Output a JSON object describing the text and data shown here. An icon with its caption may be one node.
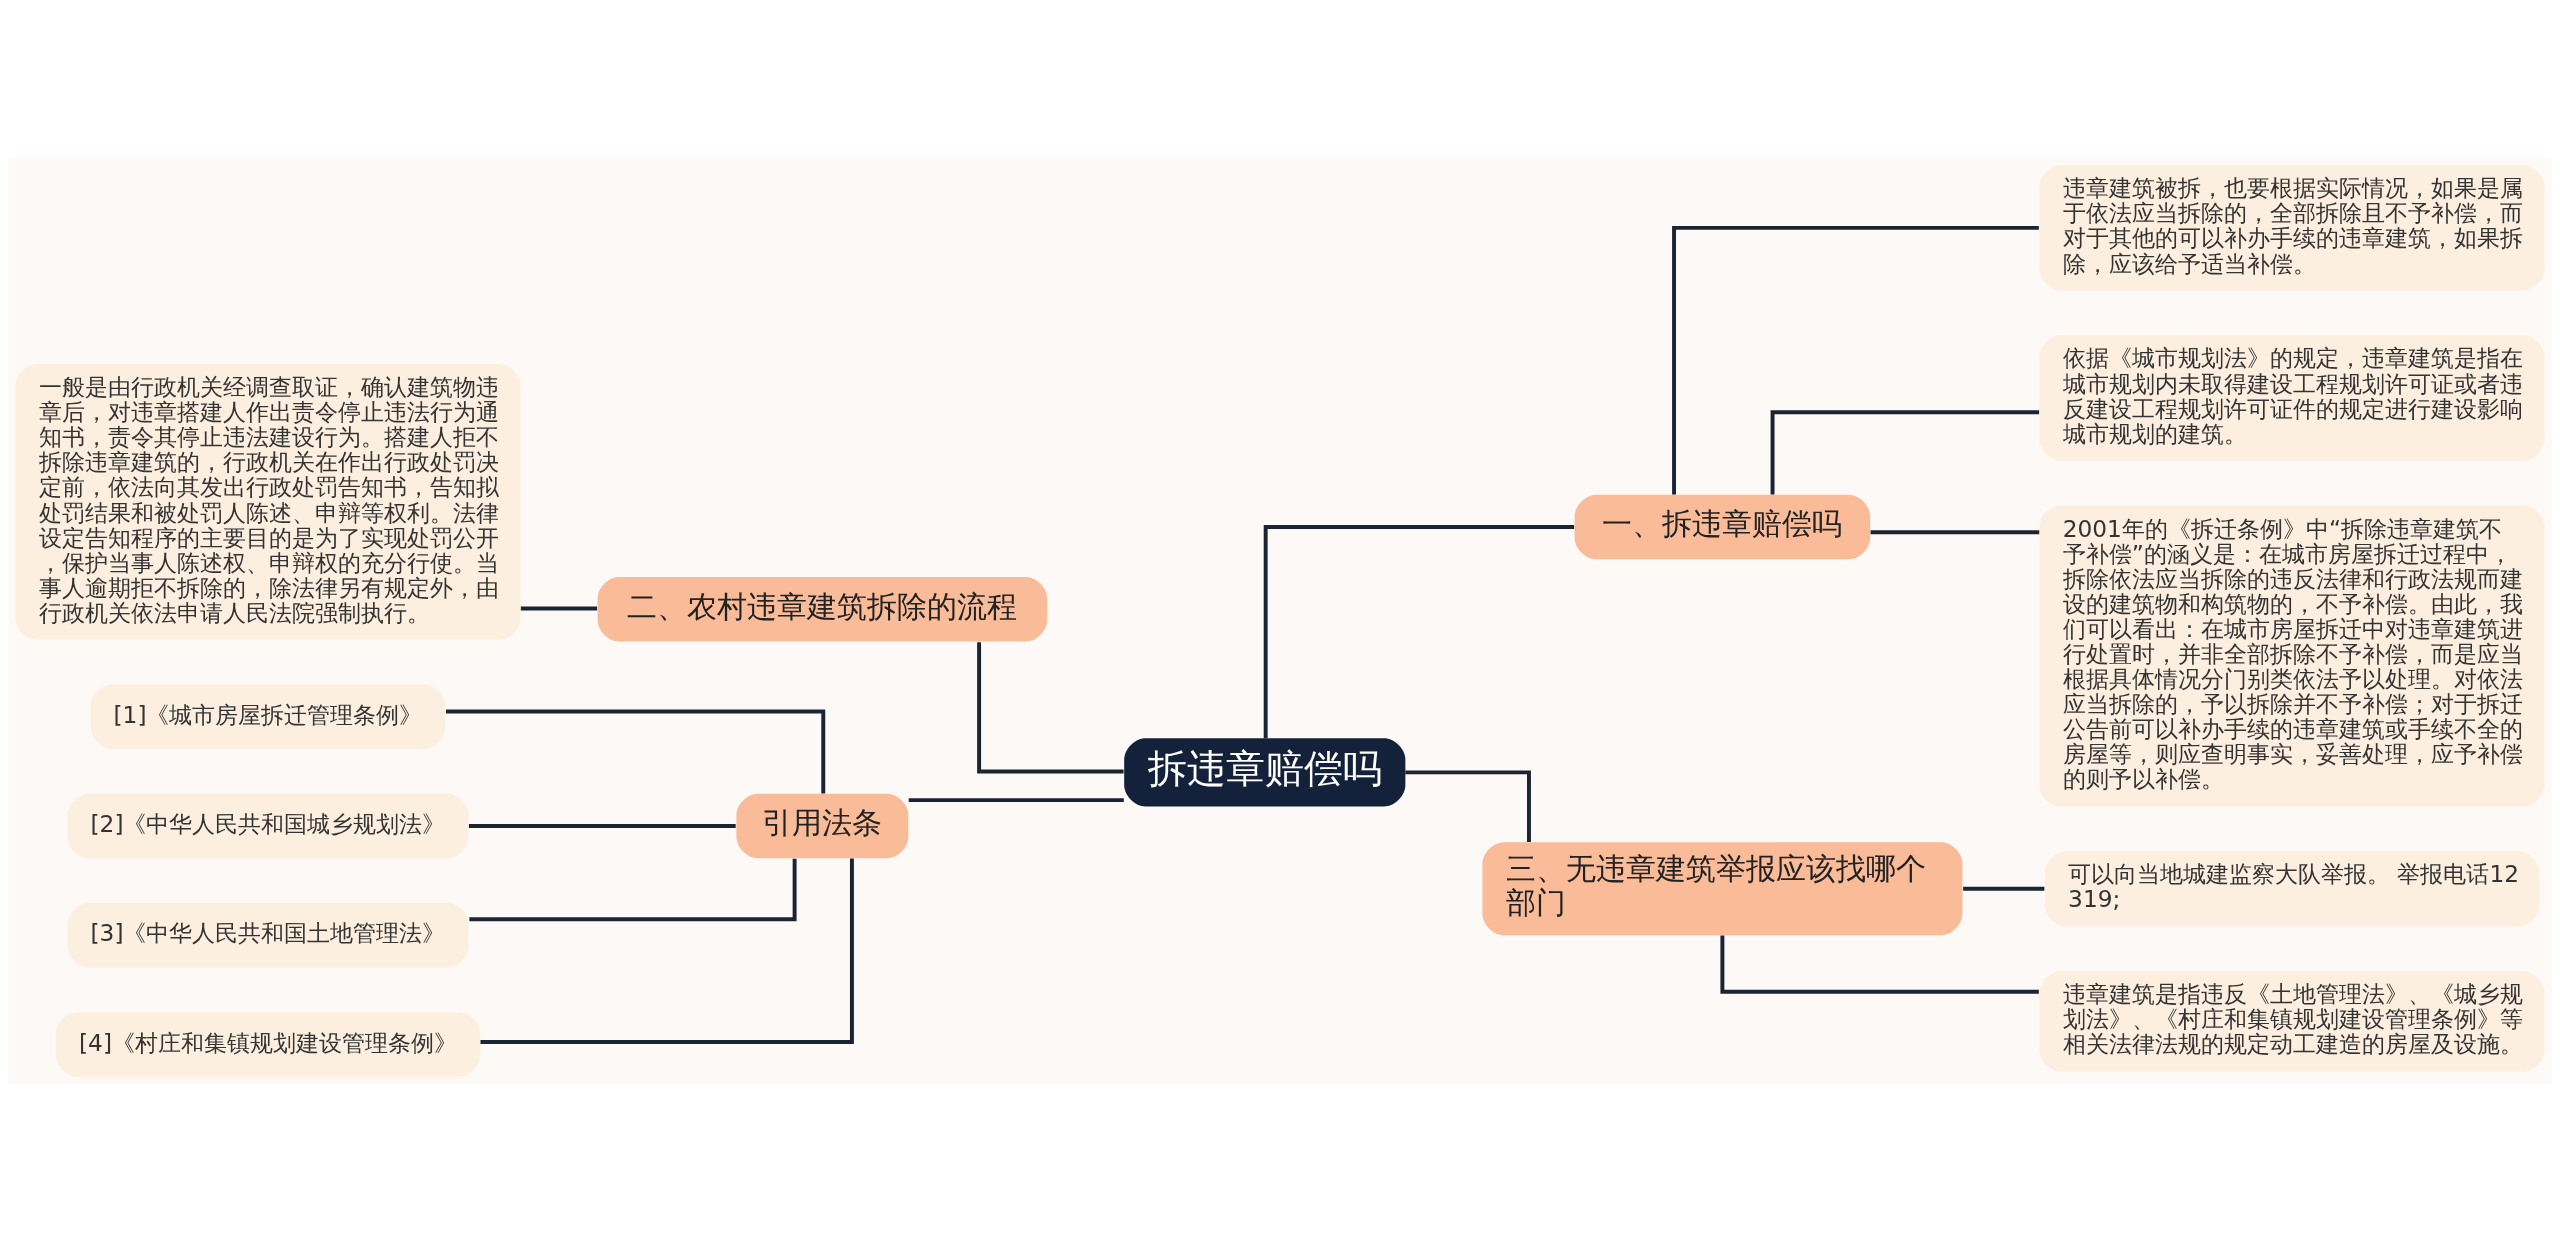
{
  "diagram": {
    "nodes": [
      {
        "text": [
          "拆违章赔偿吗"
        ]
      },
      {
        "text": [
          "一、拆违章赔偿吗"
        ]
      },
      {
        "text": [
          "违章建筑被拆，也要根据实际情况，如果是属于依法应当拆除的，全部拆除且不予补偿，而对于其他的可以补办手续的违章建筑，如果拆除，应该给予适当补偿。"
        ]
      },
      {
        "text": [
          "依据《城市规划法》的规定，违章建筑是指在城市规划内未取得建设工程规划许可证或者违反建设工程规划许可证件的规定进行建设影响城市规划的建筑。"
        ]
      },
      {
        "text": [
          "2001年的《拆迁条例》中“拆除违章建筑不予补偿”的涵义是：在城市房屋拆迁过程中，拆除依法应当拆除的违反法律和行政法规而建设的建筑物和构筑物的，不予补偿。由此，我们可以看出：在城市房屋拆迁中对违章建筑进行处置时，并非全部拆除不予补偿，而是应当根据具体情况分门别类依法予以处理。对依法应当拆除的，予以拆除并不予补偿；对于拆迁公告前可以补办手续的违章建筑或手续不全的房屋等，则应查明事实，妥善处理，应予补偿的则予以补偿。"
        ]
      },
      {
        "text": [
          "三、无违章建筑举报应该找哪个部门"
        ]
      },
      {
        "text": [
          "可以向当地城建监察大队举报。 举报电话12319;"
        ]
      },
      {
        "text": [
          "违章建筑是指违反《土地管理法》、《城乡规划法》、《村庄和集镇规划建设管理条例》等相关法律法规的规定动工建造的房屋及设施。"
        ]
      },
      {
        "text": [
          "二、农村违章建筑拆除的流程"
        ]
      },
      {
        "text": [
          "一般是由行政机关经调查取证，确认建筑物违章后，对违章搭建人作出责令停止违法行为通知书，责令其停止违法建设行为。搭建人拒不拆除违章建筑的，行政机关在作出行政处罚决定前，依法向其发出行政处罚告知书，告知拟处罚结果和被处罚人陈述、申辩等权利。法律设定告知程序的主要目的是为了实现处罚公开，保护当事人陈述权、申辩权的充分行使。当事人逾期拒不拆除的，除法律另有规定外，由行政机关依法申请人民法院强制执行。"
        ]
      },
      {
        "text": [
          "引用法条"
        ]
      },
      {
        "text": [
          "[1]《城市房屋拆迁管理条例》"
        ]
      },
      {
        "text": [
          "[2]《中华人民共和国城乡规划法》"
        ]
      },
      {
        "text": [
          "[3]《中华人民共和国土地管理法》"
        ]
      },
      {
        "text": [
          "[4]《村庄和集镇规划建设管理条例》"
        ]
      }
    ],
    "edges": [
      {
        "from": 0,
        "to": 1,
        "arrow": "none"
      },
      {
        "from": 1,
        "to": 2,
        "arrow": "none"
      },
      {
        "from": 1,
        "to": 3,
        "arrow": "none"
      },
      {
        "from": 1,
        "to": 4,
        "arrow": "none"
      },
      {
        "from": 0,
        "to": 5,
        "arrow": "none"
      },
      {
        "from": 5,
        "to": 6,
        "arrow": "none"
      },
      {
        "from": 5,
        "to": 7,
        "arrow": "none"
      },
      {
        "from": 0,
        "to": 8,
        "arrow": "none"
      },
      {
        "from": 8,
        "to": 9,
        "arrow": "none"
      },
      {
        "from": 0,
        "to": 10,
        "arrow": "none"
      },
      {
        "from": 10,
        "to": 11,
        "arrow": "none"
      },
      {
        "from": 10,
        "to": 12,
        "arrow": "none"
      },
      {
        "from": 10,
        "to": 13,
        "arrow": "none"
      },
      {
        "from": 10,
        "to": 14,
        "arrow": "none"
      }
    ]
  }
}
